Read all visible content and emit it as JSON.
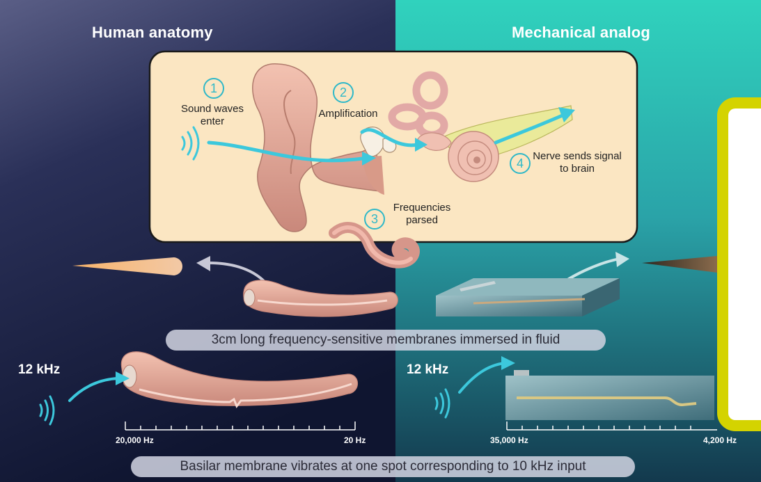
{
  "headings": {
    "left": "Human anatomy",
    "right": "Mechanical analog"
  },
  "steps": [
    {
      "num": "1",
      "text": "Sound waves enter"
    },
    {
      "num": "2",
      "text": "Amplification"
    },
    {
      "num": "3",
      "text": "Frequencies parsed"
    },
    {
      "num": "4",
      "text": "Nerve sends signal to brain"
    }
  ],
  "captions": {
    "middle": "3cm long frequency-sensitive membranes immersed in fluid",
    "bottom": "Basilar membrane vibrates at one spot corresponding to 10 kHz input"
  },
  "left_scale": {
    "khz": "12 kHz",
    "start": "20,000 Hz",
    "end": "20 Hz"
  },
  "right_scale": {
    "khz": "12 kHz",
    "start": "35,000 Hz",
    "end": "4,200 Hz"
  },
  "colors": {
    "left_bg_top": "#4b4f7a",
    "left_bg_bottom": "#121833",
    "right_bg_top": "#2fcdb9",
    "right_bg_bottom": "#123a4e",
    "callout_bg": "#fbe6c2",
    "arrow": "#3cc8dc",
    "frame": "#d4d300"
  }
}
